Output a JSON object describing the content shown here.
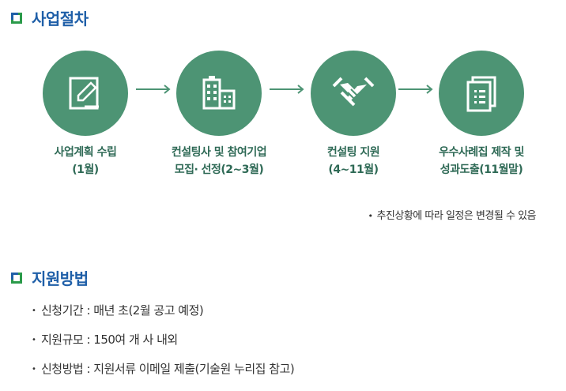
{
  "section1": {
    "title": "사업절차",
    "icon": "section-square-icon"
  },
  "steps": [
    {
      "icon": "document-pencil-icon",
      "line1": "사업계획 수립",
      "line2": "(1월)"
    },
    {
      "icon": "buildings-icon",
      "line1": "컨설팅사 및 참여기업",
      "line2": "모집· 선정(2~3월)"
    },
    {
      "icon": "handshake-icon",
      "line1": "컨설팅 지원",
      "line2": "(4~11월)"
    },
    {
      "icon": "documents-icon",
      "line1": "우수사례집 제작 및",
      "line2": "성과도출(11월말)"
    }
  ],
  "note": "추진상황에 따라 일정은 변경될 수 있음",
  "section2": {
    "title": "지원방법",
    "icon": "section-square-icon"
  },
  "info": [
    "신청기간 : 매년 초(2월 공고 예정)",
    "지원규모 : 150여 개 사 내외",
    "신청방법 : 지원서류 이메일 제출(기술원 누리집 참고)"
  ],
  "colors": {
    "title": "#1f5fa8",
    "circle": "#4d9474",
    "label": "#2f6a56"
  }
}
